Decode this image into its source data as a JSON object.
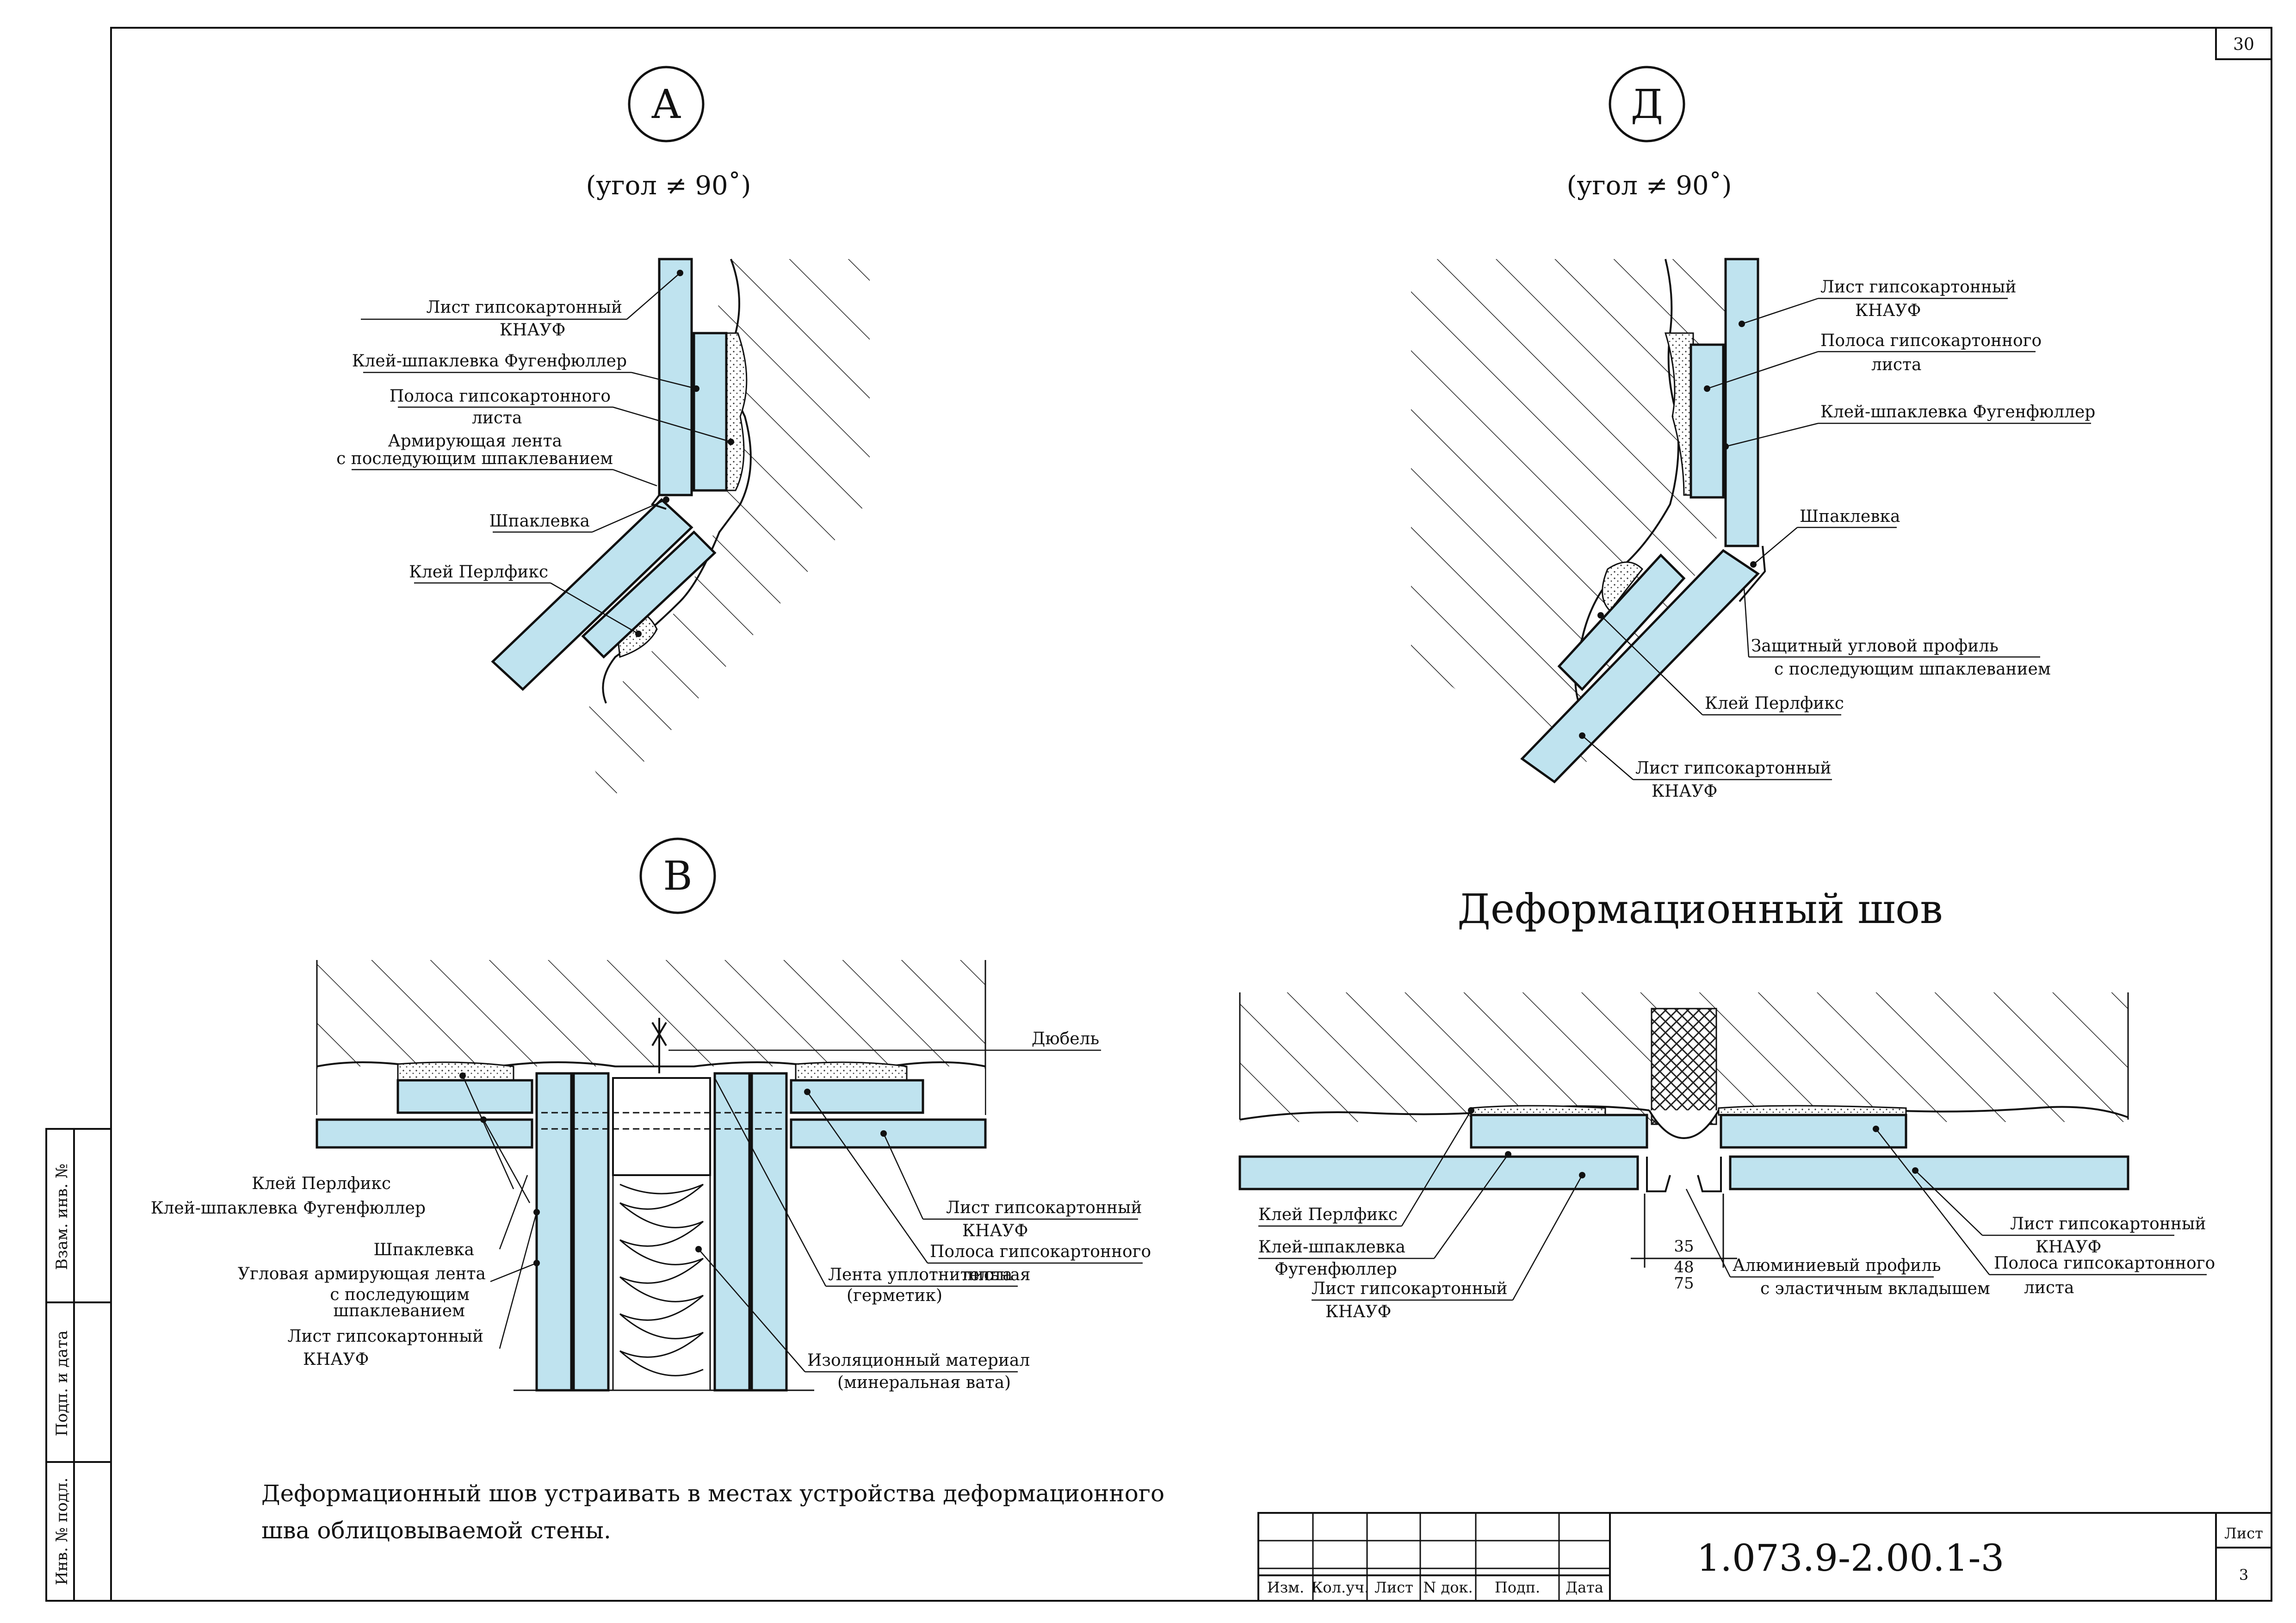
{
  "sheet_number": "30",
  "detail_a": {
    "mark": "А",
    "angle": "(угол ≠ 90˚)",
    "labels": {
      "sheet_l1": "Лист гипсокартонный",
      "sheet_l2": "КНАУФ",
      "glue": "Клей-шпаклевка Фугенфюллер",
      "strip_l1": "Полоса гипсокартонного",
      "strip_l2": "листа",
      "tape_l1": "Армирующая лента",
      "tape_l2": "с последующим шпаклеванием",
      "putty": "Шпаклевка",
      "perlfix": "Клей Перлфикс"
    }
  },
  "detail_d": {
    "mark": "Д",
    "angle": "(угол ≠ 90˚)",
    "labels": {
      "sheet_l1": "Лист гипсокартонный",
      "sheet_l2": "КНАУФ",
      "strip_l1": "Полоса гипсокартонного",
      "strip_l2": "листа",
      "glue": "Клей-шпаклевка Фугенфюллер",
      "putty": "Шпаклевка",
      "profile_l1": "Защитный угловой профиль",
      "profile_l2": "с последующим шпаклеванием",
      "perlfix": "Клей Перлфикс",
      "sheet2_l1": "Лист гипсокартонный",
      "sheet2_l2": "КНАУФ"
    }
  },
  "detail_b": {
    "mark": "В",
    "labels": {
      "dowel": "Дюбель",
      "perlfix": "Клей Перлфикс",
      "glue": "Клей-шпаклевка Фугенфюллер",
      "putty": "Шпаклевка",
      "corner_tape_l1": "Угловая армирующая лента",
      "corner_tape_l2": "с последующим",
      "corner_tape_l3": "шпаклеванием",
      "sheet_l1": "Лист гипсокартонный",
      "sheet_l2": "КНАУФ",
      "sheet_r_l1": "Лист гипсокартонный",
      "sheet_r_l2": "КНАУФ",
      "strip_l1": "Полоса гипсокартонного",
      "strip_l2": "листа",
      "seal_l1": "Лента уплотнительная",
      "seal_l2": "(герметик)",
      "insul_l1": "Изоляционный материал",
      "insul_l2": "(минеральная вата)"
    }
  },
  "expansion_joint": {
    "title": "Деформационный шов",
    "labels": {
      "perlfix": "Клей Перлфикс",
      "glue_l1": "Клей-шпаклевка",
      "glue_l2": "Фугенфюллер",
      "sheet_l1": "Лист гипсокартонный",
      "sheet_l2": "КНАУФ",
      "sheet_r_l1": "Лист гипсокартонный",
      "sheet_r_l2": "КНАУФ",
      "strip_l1": "Полоса гипсокартонного",
      "strip_l2": "листа",
      "profile_l1": "Алюминиевый профиль",
      "profile_l2": "с эластичным вкладышем"
    },
    "dims": [
      "35",
      "48",
      "75"
    ]
  },
  "note_l1": "Деформационный шов устраивать в местах устройства деформационного",
  "note_l2": "шва облицовываемой стены.",
  "side_stamp": {
    "f1": "Взам. инв. №",
    "f2": "Подп. и дата",
    "f3": "Инв. № подл."
  },
  "title_block": {
    "code": "1.073.9-2.00.1-3",
    "cols": [
      "Изм.",
      "Кол.уч.",
      "Лист",
      "N док.",
      "Подп.",
      "Дата"
    ],
    "sheet_label": "Лист",
    "sheet_value": "3"
  }
}
